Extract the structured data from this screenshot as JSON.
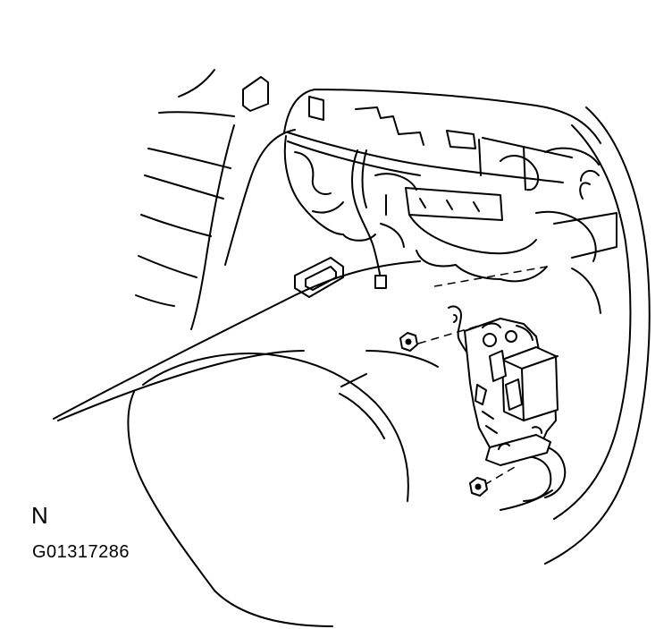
{
  "view_label": "N",
  "figure_code": "G01317286",
  "parts": [
    {
      "name": "nut-upper",
      "kind": "fastener"
    },
    {
      "name": "nut-lower",
      "kind": "fastener"
    },
    {
      "name": "module-with-bracket",
      "kind": "component"
    },
    {
      "name": "wire-harness-connector",
      "kind": "connector"
    }
  ]
}
